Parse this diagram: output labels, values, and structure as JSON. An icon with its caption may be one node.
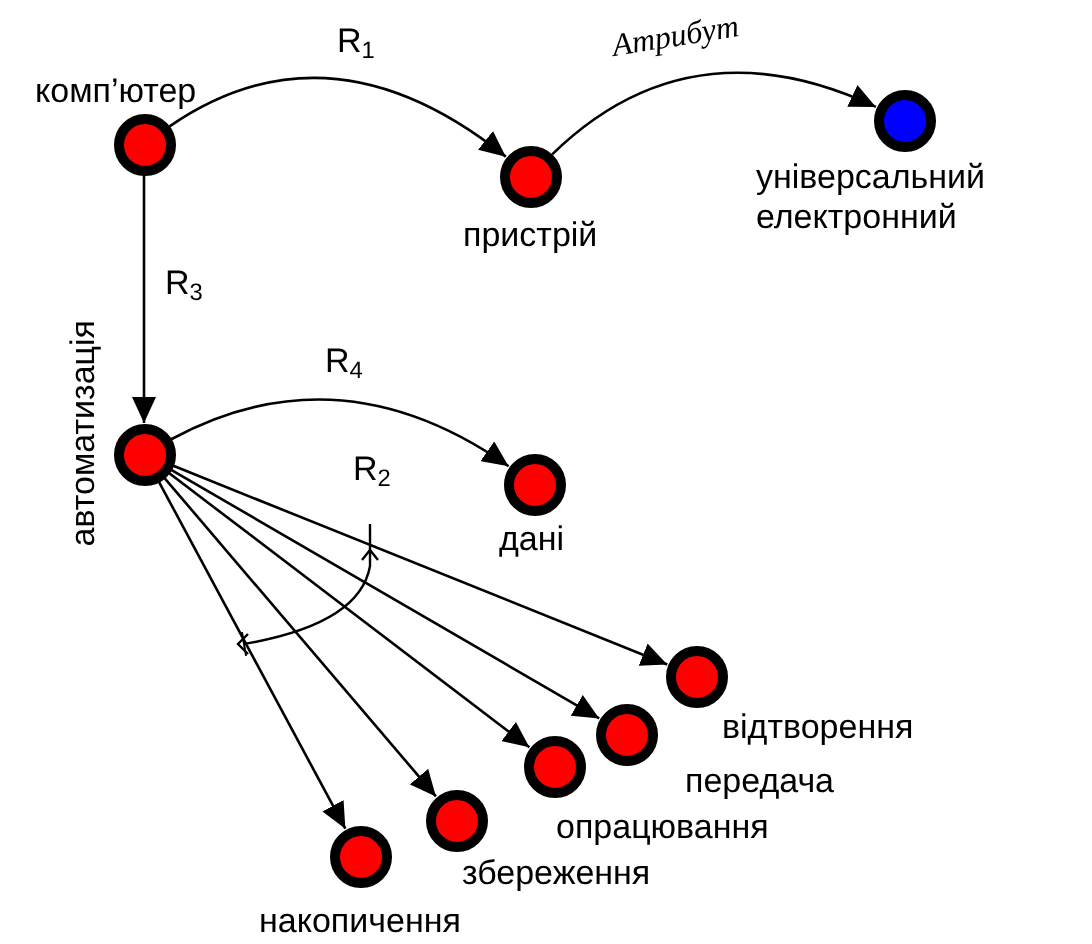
{
  "diagram": {
    "nodes": [
      {
        "text": [
          "комп’ютер"
        ]
      },
      {
        "text": [
          "пристрій"
        ]
      },
      {
        "text": [
          "універсальний електронний"
        ]
      },
      {
        "text": [
          "автоматизація"
        ]
      },
      {
        "text": [
          "дані"
        ]
      },
      {
        "text": [
          "накопичення"
        ]
      },
      {
        "text": [
          "збереження"
        ]
      },
      {
        "text": [
          "опрацювання"
        ]
      },
      {
        "text": [
          "передача"
        ]
      },
      {
        "text": [
          "відтворення"
        ]
      }
    ],
    "edges": [
      {
        "from": 0,
        "to": 1,
        "arrow": "to",
        "label": "R$_{1}$"
      },
      {
        "from": 1,
        "to": 2,
        "arrow": "to",
        "label": "Атрибут"
      },
      {
        "from": 0,
        "to": 3,
        "arrow": "to",
        "label": "R$_{3}$"
      },
      {
        "from": 3,
        "to": 4,
        "arrow": "to",
        "label": "R$_{4}$"
      },
      {
        "from": 3,
        "to": 5,
        "arrow": "to"
      },
      {
        "from": 3,
        "to": 6,
        "arrow": "to"
      },
      {
        "from": 3,
        "to": 7,
        "arrow": "to"
      },
      {
        "from": 3,
        "to": 8,
        "arrow": "to"
      },
      {
        "from": 3,
        "to": 9,
        "arrow": "to"
      }
    ],
    "labels": [
      "R$_{2}$"
    ]
  }
}
